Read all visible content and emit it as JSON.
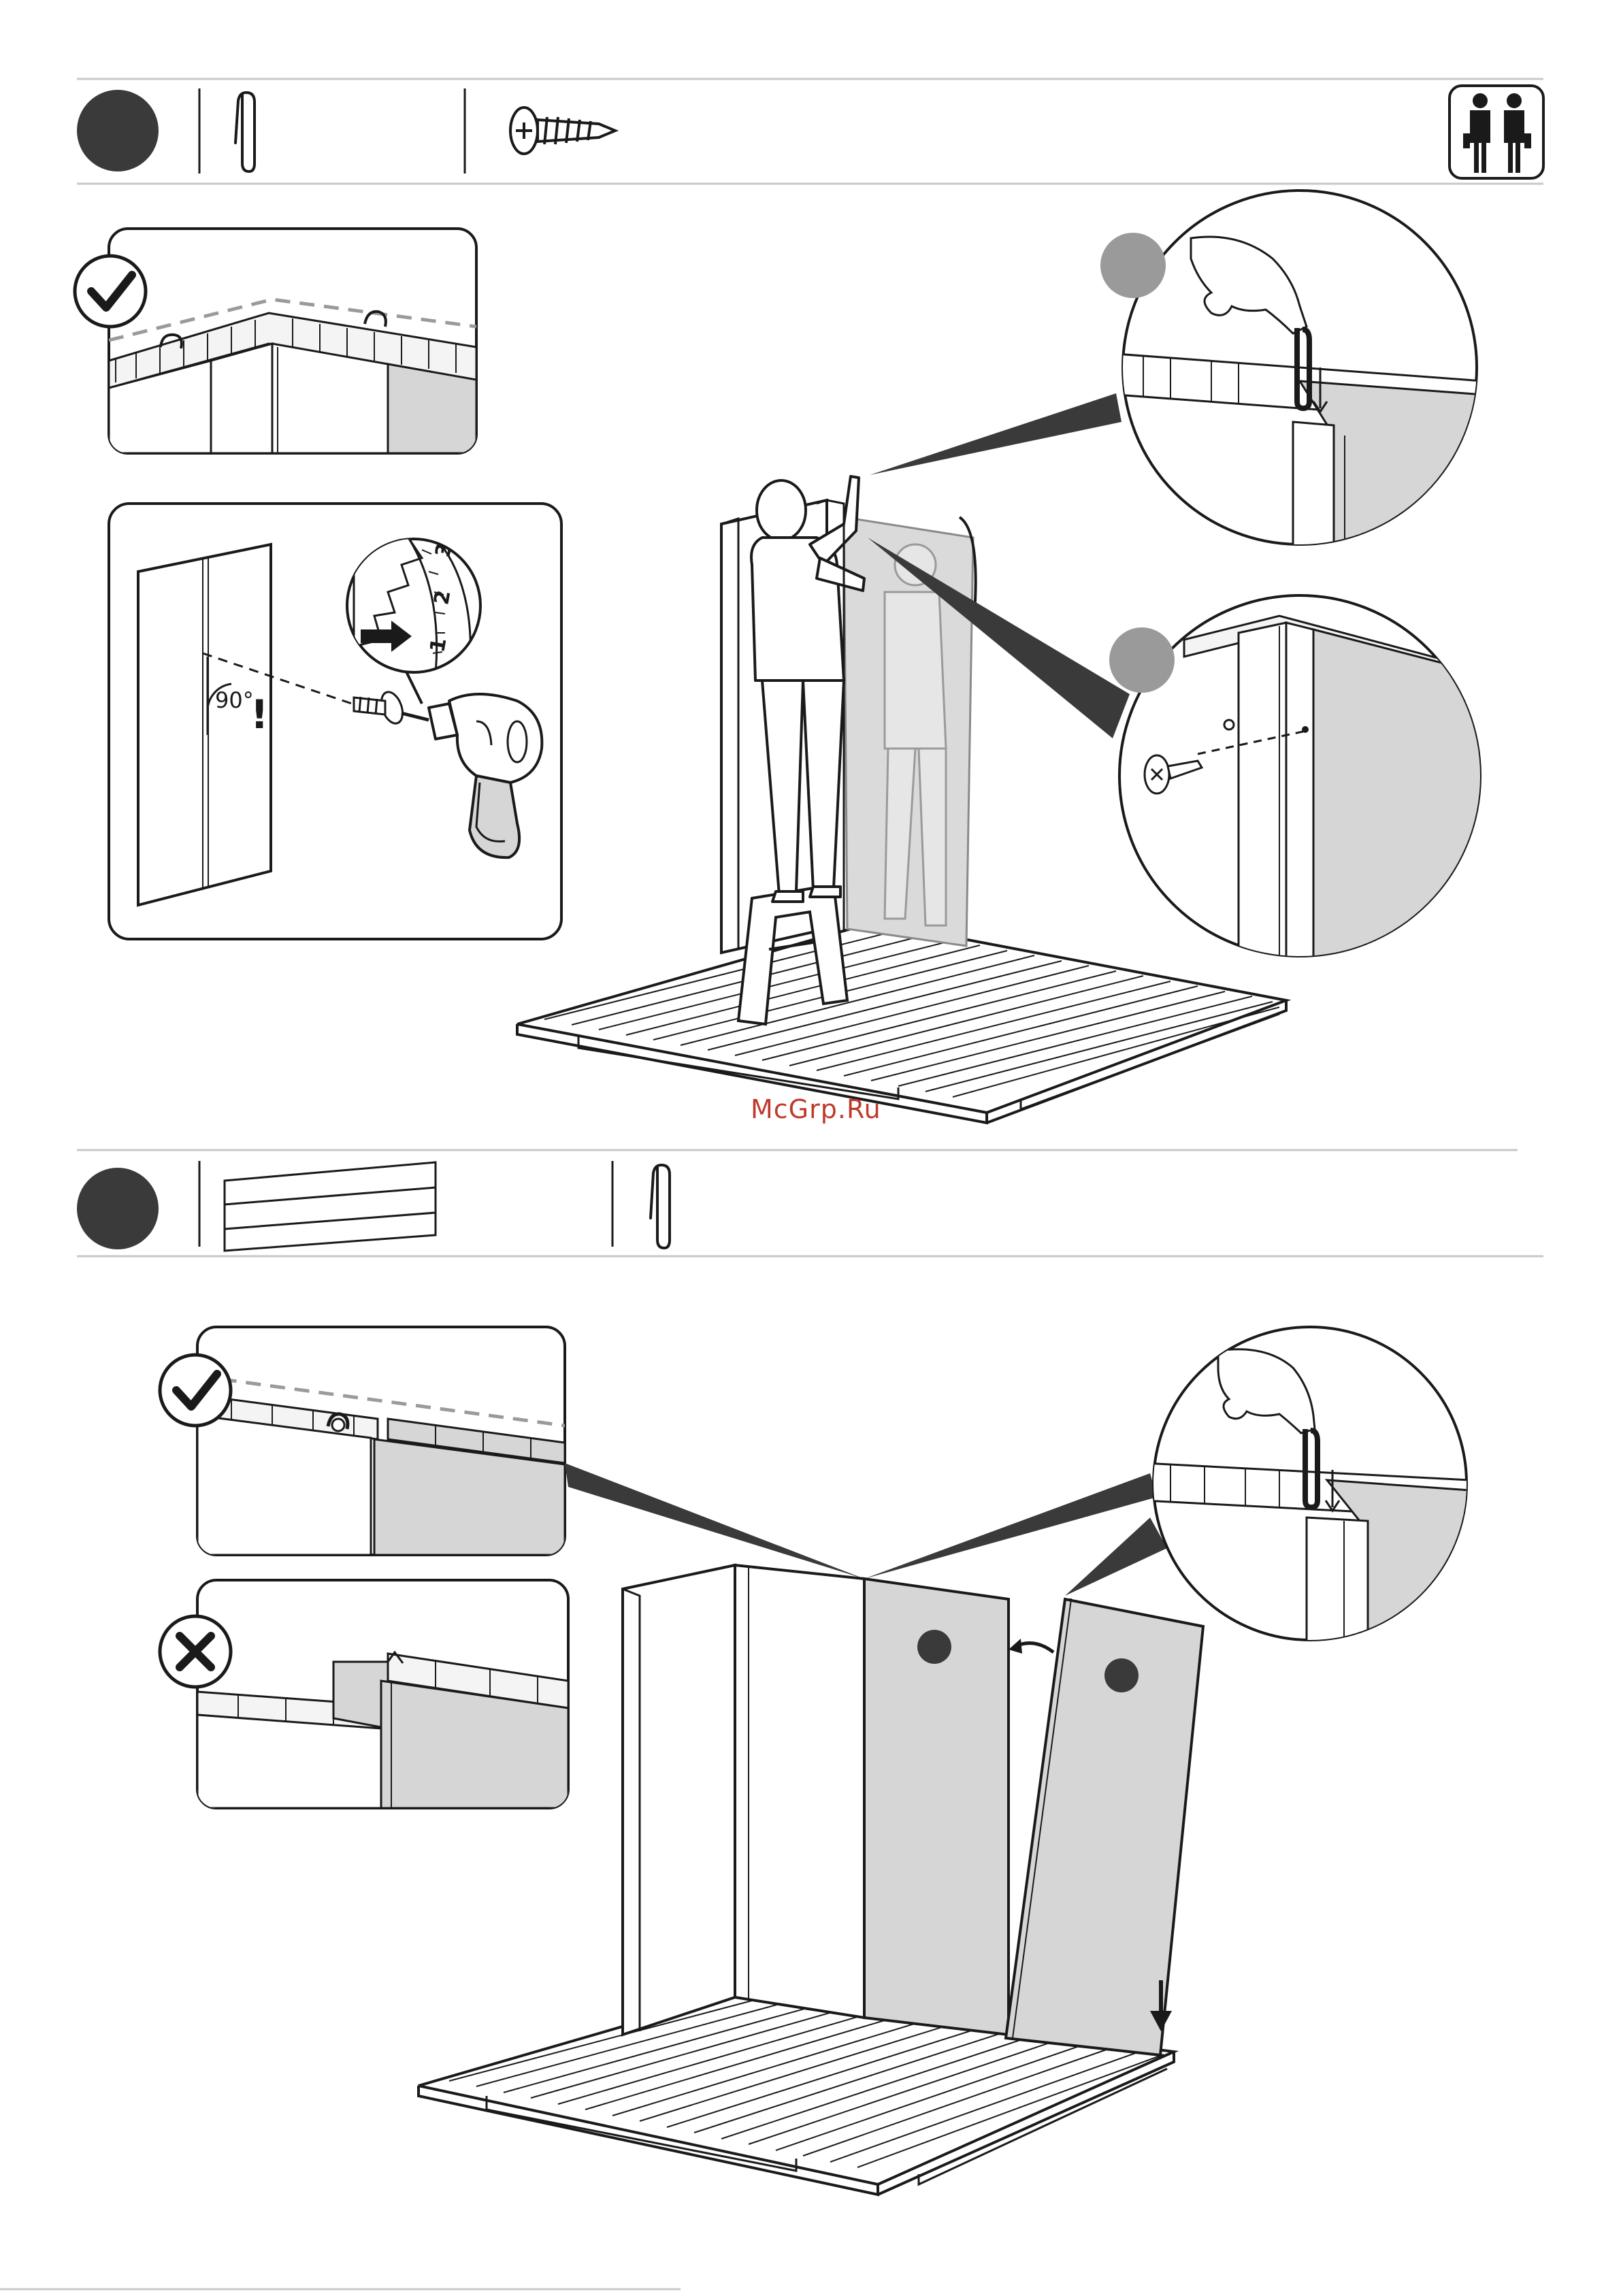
{
  "watermark": "McGrp.Ru",
  "steps": [
    {
      "id": "step-1",
      "number": "",
      "people": 2
    },
    {
      "id": "step-2",
      "number": ""
    }
  ],
  "drill": {
    "speed_labels": [
      "1",
      "2",
      "3"
    ]
  },
  "angle_label": "90°",
  "colors": {
    "line": "#1a1a1a",
    "panel_gray": "#d6d6d6",
    "badge": "#3a3a3a",
    "watermark": "#c0392b"
  },
  "icons": [
    "check-icon",
    "cross-icon",
    "clip-icon",
    "screw-icon",
    "two-people-icon",
    "drill-icon"
  ]
}
